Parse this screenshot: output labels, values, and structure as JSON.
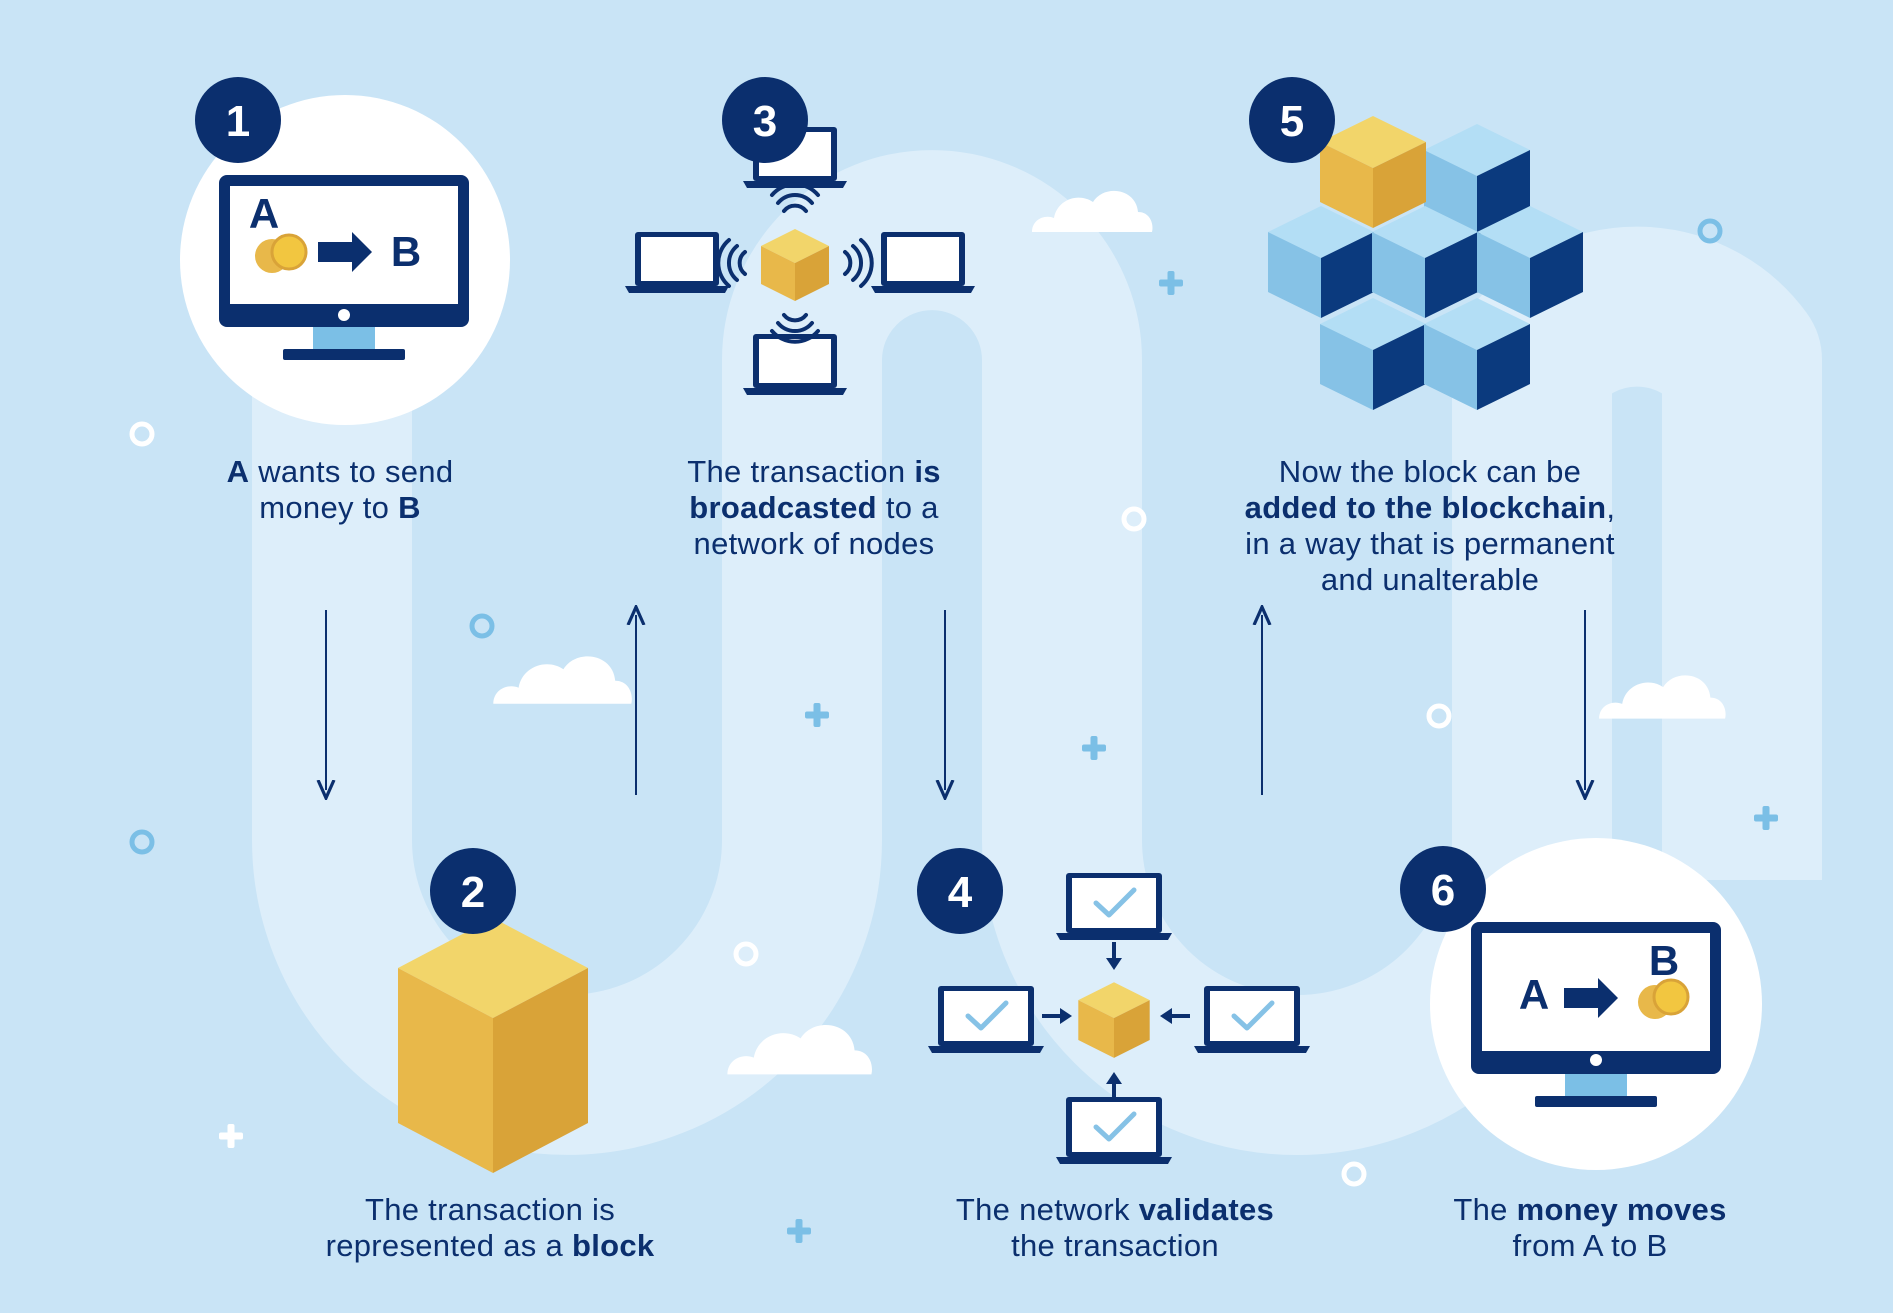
{
  "steps": [
    {
      "number": "1",
      "caption": [
        {
          "text": "A",
          "bold": true
        },
        {
          "text": " wants to send",
          "bold": false
        },
        {
          "br": true
        },
        {
          "text": "money to ",
          "bold": false
        },
        {
          "text": "B",
          "bold": true
        }
      ],
      "monitor": {
        "from": "A",
        "to": "B"
      }
    },
    {
      "number": "2",
      "caption": [
        {
          "text": "The transaction is",
          "bold": false
        },
        {
          "br": true
        },
        {
          "text": "represented as a ",
          "bold": false
        },
        {
          "text": "block",
          "bold": true
        }
      ]
    },
    {
      "number": "3",
      "caption": [
        {
          "text": "The transaction ",
          "bold": false
        },
        {
          "text": "is",
          "bold": true
        },
        {
          "br": true
        },
        {
          "text": "broadcasted",
          "bold": true
        },
        {
          "text": " to a",
          "bold": false
        },
        {
          "br": true
        },
        {
          "text": "network of nodes",
          "bold": false
        }
      ]
    },
    {
      "number": "4",
      "caption": [
        {
          "text": "The network ",
          "bold": false
        },
        {
          "text": "validates",
          "bold": true
        },
        {
          "br": true
        },
        {
          "text": "the transaction",
          "bold": false
        }
      ]
    },
    {
      "number": "5",
      "caption": [
        {
          "text": "Now the block can be",
          "bold": false
        },
        {
          "br": true
        },
        {
          "text": "added to the blockchain",
          "bold": true
        },
        {
          "text": ",",
          "bold": false
        },
        {
          "br": true
        },
        {
          "text": "in a way that is permanent",
          "bold": false
        },
        {
          "br": true
        },
        {
          "text": "and unalterable",
          "bold": false
        }
      ]
    },
    {
      "number": "6",
      "caption": [
        {
          "text": "The ",
          "bold": false
        },
        {
          "text": "money moves",
          "bold": true
        },
        {
          "br": true
        },
        {
          "text": "from A to B",
          "bold": false
        }
      ],
      "monitor": {
        "from": "A",
        "to": "B"
      }
    }
  ],
  "colors": {
    "background": "#c9e4f6",
    "path": "#ddeefa",
    "navy": "#0b2f6e",
    "gold_top": "#f2d56a",
    "gold_left": "#e8b84a",
    "gold_right": "#d9a338",
    "blue_top": "#b3def5",
    "blue_left": "#86c2e6",
    "blue_right": "#0b3a7e",
    "accent": "#7bbfe6",
    "cloud": "#ffffff"
  },
  "icons": [
    "monitor-icon",
    "coin-icon",
    "arrow-right-icon",
    "cube-icon",
    "laptop-icon",
    "wifi-signal-icon",
    "checkmark-icon",
    "cloud-icon",
    "plus-icon",
    "ring-icon"
  ]
}
